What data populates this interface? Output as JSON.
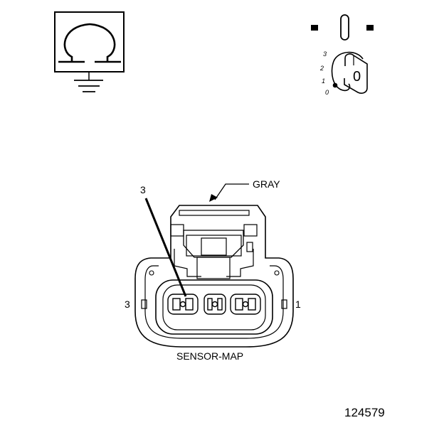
{
  "ohmmeter_symbol": {
    "icon": "ohm-icon",
    "ground_icon": "ground-icon"
  },
  "ignition_switch": {
    "positions": [
      "3",
      "2",
      "1",
      "0"
    ],
    "key_label": "0"
  },
  "connector": {
    "color_label": "GRAY",
    "pin_callout": "3",
    "left_pin_label": "3",
    "right_pin_label": "1",
    "name": "SENSOR-MAP"
  },
  "figure_number": "124579"
}
